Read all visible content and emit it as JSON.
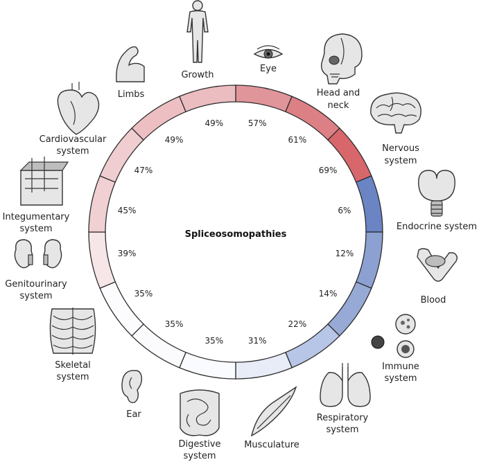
{
  "diagram": {
    "center_title": "Spliceosomopathies",
    "segments": [
      {
        "id": "eye",
        "label": [
          "Eye"
        ],
        "value": "57%",
        "color": "#df959a",
        "icon": "eye-icon"
      },
      {
        "id": "head-neck",
        "label": [
          "Head and",
          "neck"
        ],
        "value": "61%",
        "color": "#dd8085",
        "icon": "skull-icon"
      },
      {
        "id": "nervous",
        "label": [
          "Nervous",
          "system"
        ],
        "value": "69%",
        "color": "#d8676c",
        "icon": "brain-icon"
      },
      {
        "id": "endocrine",
        "label": [
          "Endocrine system"
        ],
        "value": "6%",
        "color": "#6a84c4",
        "icon": "thyroid-icon"
      },
      {
        "id": "blood",
        "label": [
          "Blood"
        ],
        "value": "12%",
        "color": "#8ca0d2",
        "icon": "blood-tubes-icon"
      },
      {
        "id": "immune",
        "label": [
          "Immune",
          "system"
        ],
        "value": "14%",
        "color": "#97aad6",
        "icon": "immune-cells-icon"
      },
      {
        "id": "respiratory",
        "label": [
          "Respiratory",
          "system"
        ],
        "value": "22%",
        "color": "#b7c5e6",
        "icon": "lungs-icon"
      },
      {
        "id": "musculature",
        "label": [
          "Musculature"
        ],
        "value": "31%",
        "color": "#e7ecf7",
        "icon": "muscle-icon"
      },
      {
        "id": "digestive",
        "label": [
          "Digestive",
          "system"
        ],
        "value": "35%",
        "color": "#fafbfe",
        "icon": "intestine-icon"
      },
      {
        "id": "ear",
        "label": [
          "Ear"
        ],
        "value": "35%",
        "color": "#fbfbfe",
        "icon": "ear-icon"
      },
      {
        "id": "skeletal",
        "label": [
          "Skeletal",
          "system"
        ],
        "value": "35%",
        "color": "#fcfcfe",
        "icon": "ribcage-icon"
      },
      {
        "id": "genitourinary",
        "label": [
          "Genitourinary",
          "system"
        ],
        "value": "39%",
        "color": "#f7e6e8",
        "icon": "kidneys-icon"
      },
      {
        "id": "integumentary",
        "label": [
          "Integumentary",
          "system"
        ],
        "value": "45%",
        "color": "#f0d0d3",
        "icon": "skin-icon"
      },
      {
        "id": "cardiovascular",
        "label": [
          "Cardiovascular",
          "system"
        ],
        "value": "47%",
        "color": "#efcdd1",
        "icon": "heart-icon"
      },
      {
        "id": "limbs",
        "label": [
          "Limbs"
        ],
        "value": "49%",
        "color": "#edbfc3",
        "icon": "arm-icon"
      },
      {
        "id": "growth",
        "label": [
          "Growth"
        ],
        "value": "49%",
        "color": "#ebbcc0",
        "icon": "human-figure-icon"
      }
    ]
  }
}
